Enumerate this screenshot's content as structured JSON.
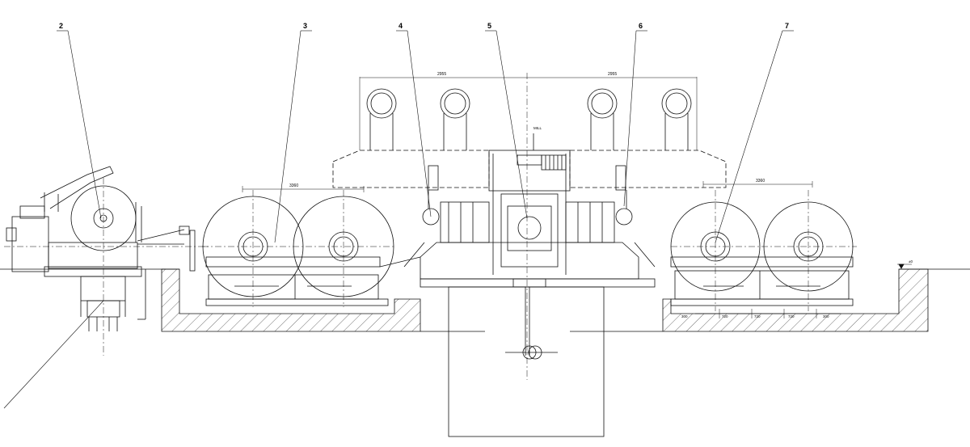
{
  "callouts": [
    {
      "id": "2",
      "label": "2"
    },
    {
      "id": "3",
      "label": "3"
    },
    {
      "id": "4",
      "label": "4"
    },
    {
      "id": "5",
      "label": "5"
    },
    {
      "id": "6",
      "label": "6"
    },
    {
      "id": "7",
      "label": "7"
    }
  ],
  "dimensions": {
    "top_left_span": "2955",
    "top_right_span": "2955",
    "left_reel_span": "3360",
    "right_reel_span": "3360",
    "mill_label": "MILL",
    "floor_level_right": "±0",
    "bed_plates": [
      "300",
      "720",
      "720",
      "720",
      "300"
    ]
  },
  "colors": {
    "line": "#111111",
    "hatch": "#333333",
    "background": "#ffffff"
  }
}
